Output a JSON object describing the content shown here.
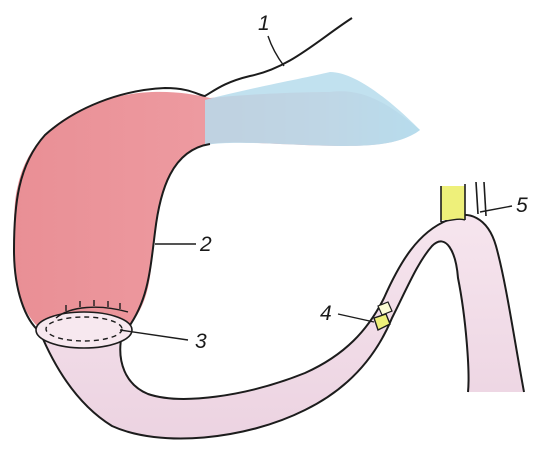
{
  "labels": [
    {
      "id": "1",
      "text": "1"
    },
    {
      "id": "2",
      "text": "2"
    },
    {
      "id": "3",
      "text": "3"
    },
    {
      "id": "4",
      "text": "4"
    },
    {
      "id": "5",
      "text": "5"
    }
  ],
  "colors": {
    "outline": "#1c1c1c",
    "stomach_red": "#e8858a",
    "fundus_blue": "#a9d6ea",
    "loop_pink": "#f1dbe7",
    "clip_yellow": "#eef07a",
    "sketch": "#333333"
  }
}
